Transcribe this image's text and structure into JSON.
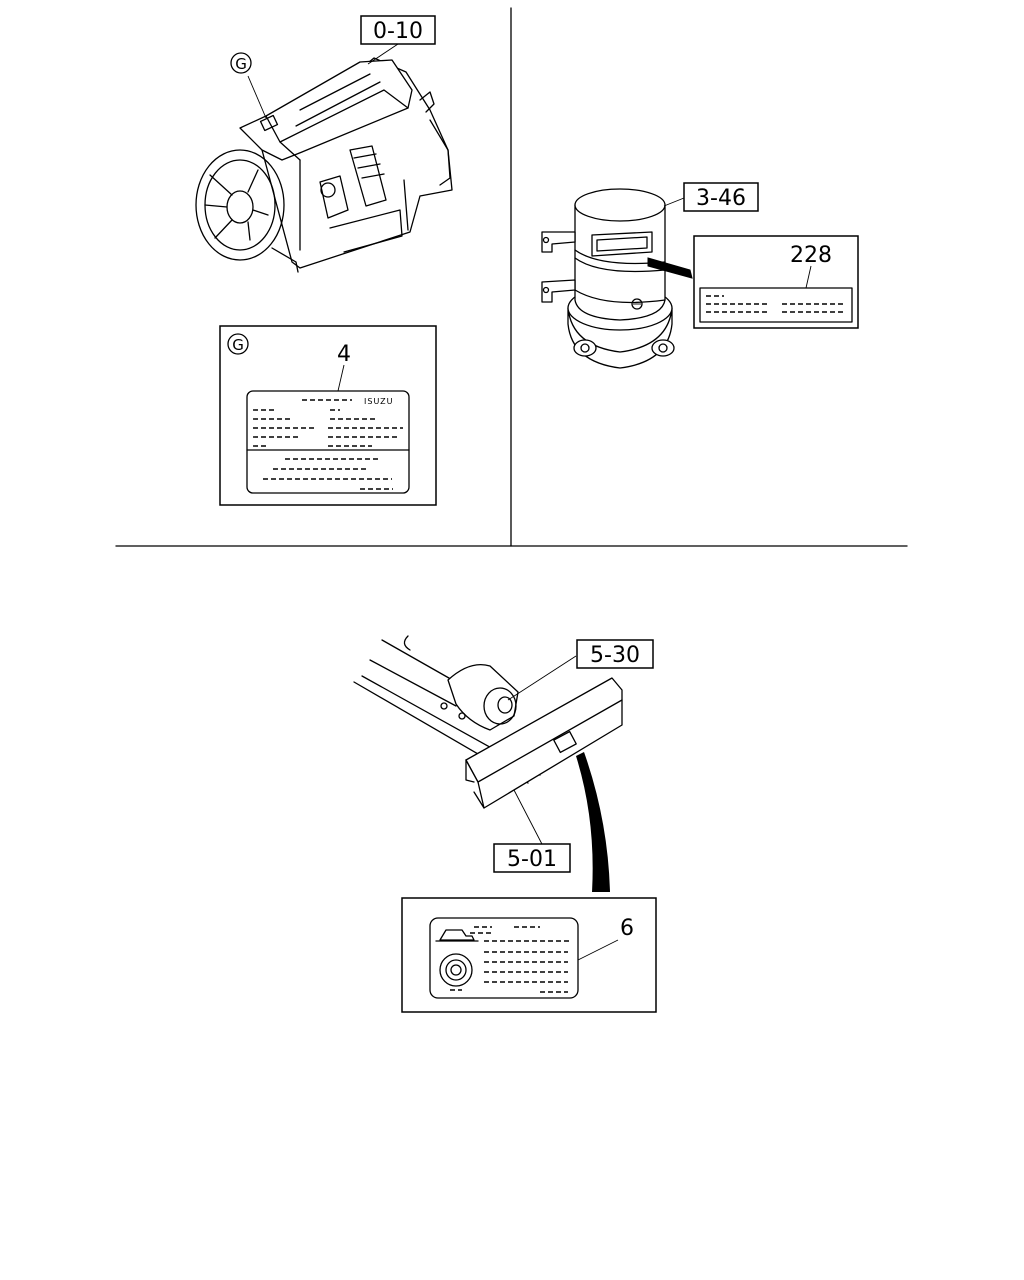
{
  "engine_section": {
    "ref_label": "0-10",
    "circle_callout": "G",
    "detail_circle_label": "G",
    "part_number": "4",
    "plate_brand": "ISUZU"
  },
  "solenoid_section": {
    "ref_label": "3-46",
    "part_number": "228"
  },
  "frame_section": {
    "ref_label_top": "5-30",
    "ref_label_bottom": "5-01",
    "part_number": "6"
  }
}
